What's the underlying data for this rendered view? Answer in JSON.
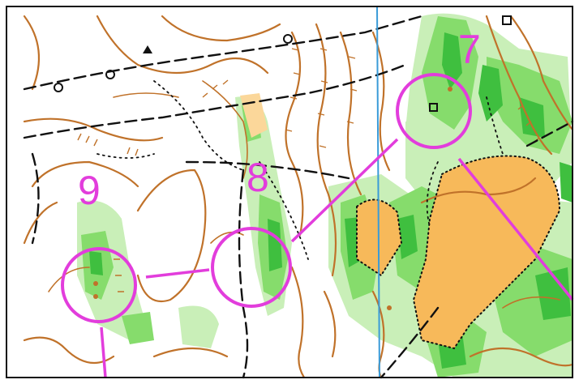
{
  "map": {
    "course_color": "#e23ddc",
    "contour_color": "#c0722a",
    "vegetation_color": "#3fbf3f",
    "open_land_color": "#f7b95a",
    "north_line_color": "#3a9bd8"
  },
  "controls": [
    {
      "number": "9"
    },
    {
      "number": "8"
    },
    {
      "number": "7"
    }
  ]
}
